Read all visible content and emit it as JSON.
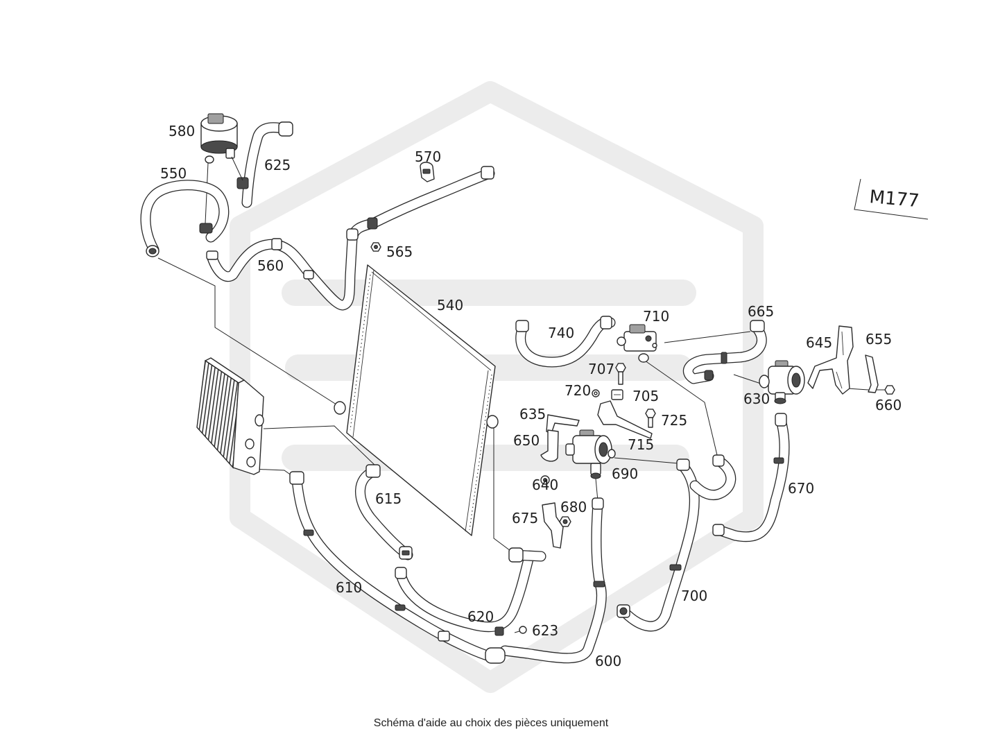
{
  "diagram": {
    "model_code": "M177",
    "callouts": [
      "580",
      "625",
      "550",
      "570",
      "565",
      "560",
      "540",
      "710",
      "740",
      "665",
      "645",
      "655",
      "707",
      "720",
      "705",
      "630",
      "660",
      "635",
      "725",
      "650",
      "715",
      "690",
      "640",
      "615",
      "670",
      "680",
      "675",
      "610",
      "700",
      "620",
      "623",
      "600"
    ],
    "caption": "Schéma d'aide au choix des pièces uniquement"
  },
  "colors": {
    "line": "#2a2a2a",
    "watermark": "#ececec",
    "background": "#ffffff"
  }
}
